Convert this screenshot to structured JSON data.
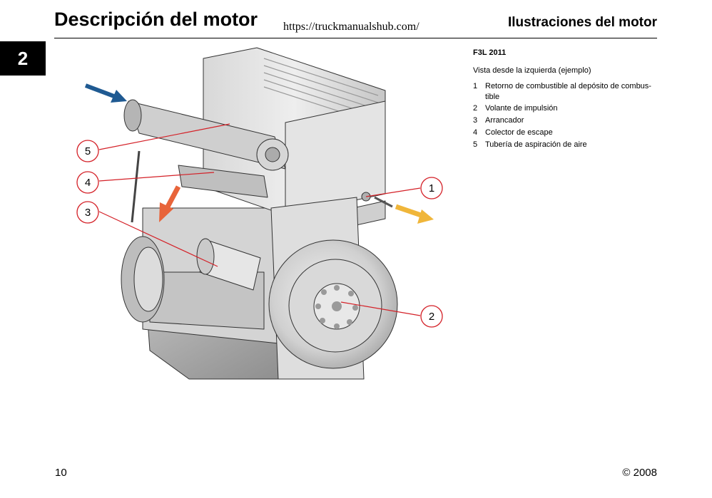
{
  "header": {
    "chapter_number": "2",
    "page_title": "Descripción del motor",
    "url": "https://truckmanualshub.com/",
    "section_title": "Ilustraciones del motor"
  },
  "legend": {
    "model": "F3L 2011",
    "view": "Vista desde la izquierda (ejemplo)",
    "items": [
      {
        "number": "1",
        "text": "Retorno de combustible al depósito de combus-tible"
      },
      {
        "number": "2",
        "text": "Volante de impulsión"
      },
      {
        "number": "3",
        "text": "Arrancador"
      },
      {
        "number": "4",
        "text": "Colector de escape"
      },
      {
        "number": "5",
        "text": "Tubería de aspiración de aire"
      }
    ]
  },
  "diagram": {
    "callouts": [
      "5",
      "4",
      "3",
      "1",
      "2"
    ],
    "colors": {
      "callout": "#d42027",
      "air_arrow": "#1f5a92",
      "exhaust_arrow": "#e8643a",
      "fuel_arrow": "#f0b63a"
    }
  },
  "footer": {
    "page_number": "10",
    "copyright": "© 2008"
  }
}
